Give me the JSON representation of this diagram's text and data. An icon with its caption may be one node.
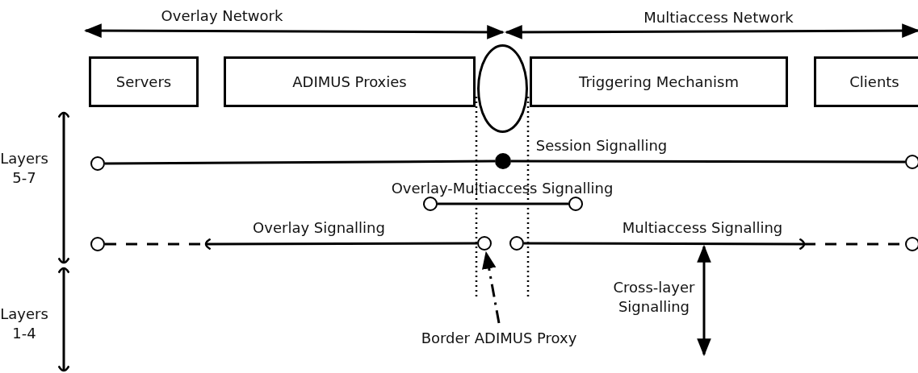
{
  "diagram": {
    "nodes": [
      {
        "text": [
          "Servers"
        ]
      },
      {
        "text": [
          "ADIMUS Proxies"
        ]
      },
      {
        "text": [],
        "shape": "ellipse"
      },
      {
        "text": [
          "Triggering Mechanism"
        ]
      },
      {
        "text": [
          "Clients"
        ]
      },
      {
        "text": [],
        "shape": "circle"
      },
      {
        "text": [],
        "shape": "dot"
      },
      {
        "text": [],
        "shape": "circle"
      },
      {
        "text": [],
        "shape": "circle"
      },
      {
        "text": [],
        "shape": "circle"
      },
      {
        "text": [],
        "shape": "circle"
      },
      {
        "text": [],
        "shape": "circle"
      },
      {
        "text": [],
        "shape": "circle"
      },
      {
        "text": [],
        "shape": "circle"
      },
      {
        "text": [
          "Border ADIMUS Proxy"
        ]
      }
    ],
    "edges": [
      {
        "from": 5,
        "to": 6,
        "arrow": "none"
      },
      {
        "from": 6,
        "to": 7,
        "arrow": "none",
        "label": "Session Signalling"
      },
      {
        "from": 8,
        "to": 9,
        "arrow": "none",
        "label": "Overlay-Multiaccess Signalling"
      },
      {
        "from": 10,
        "to": 11,
        "arrow": "none",
        "label": "Overlay Signalling"
      },
      {
        "from": 12,
        "to": 13,
        "arrow": "none",
        "label": "Multiaccess Signalling"
      },
      {
        "from": 14,
        "to": 11,
        "arrow": "to",
        "style": "dashed"
      }
    ],
    "labels": [
      "Overlay Network",
      "Multiaccess Network",
      "Layers 5-7",
      "Layers 1-4",
      "Cross-layer Signalling"
    ]
  }
}
